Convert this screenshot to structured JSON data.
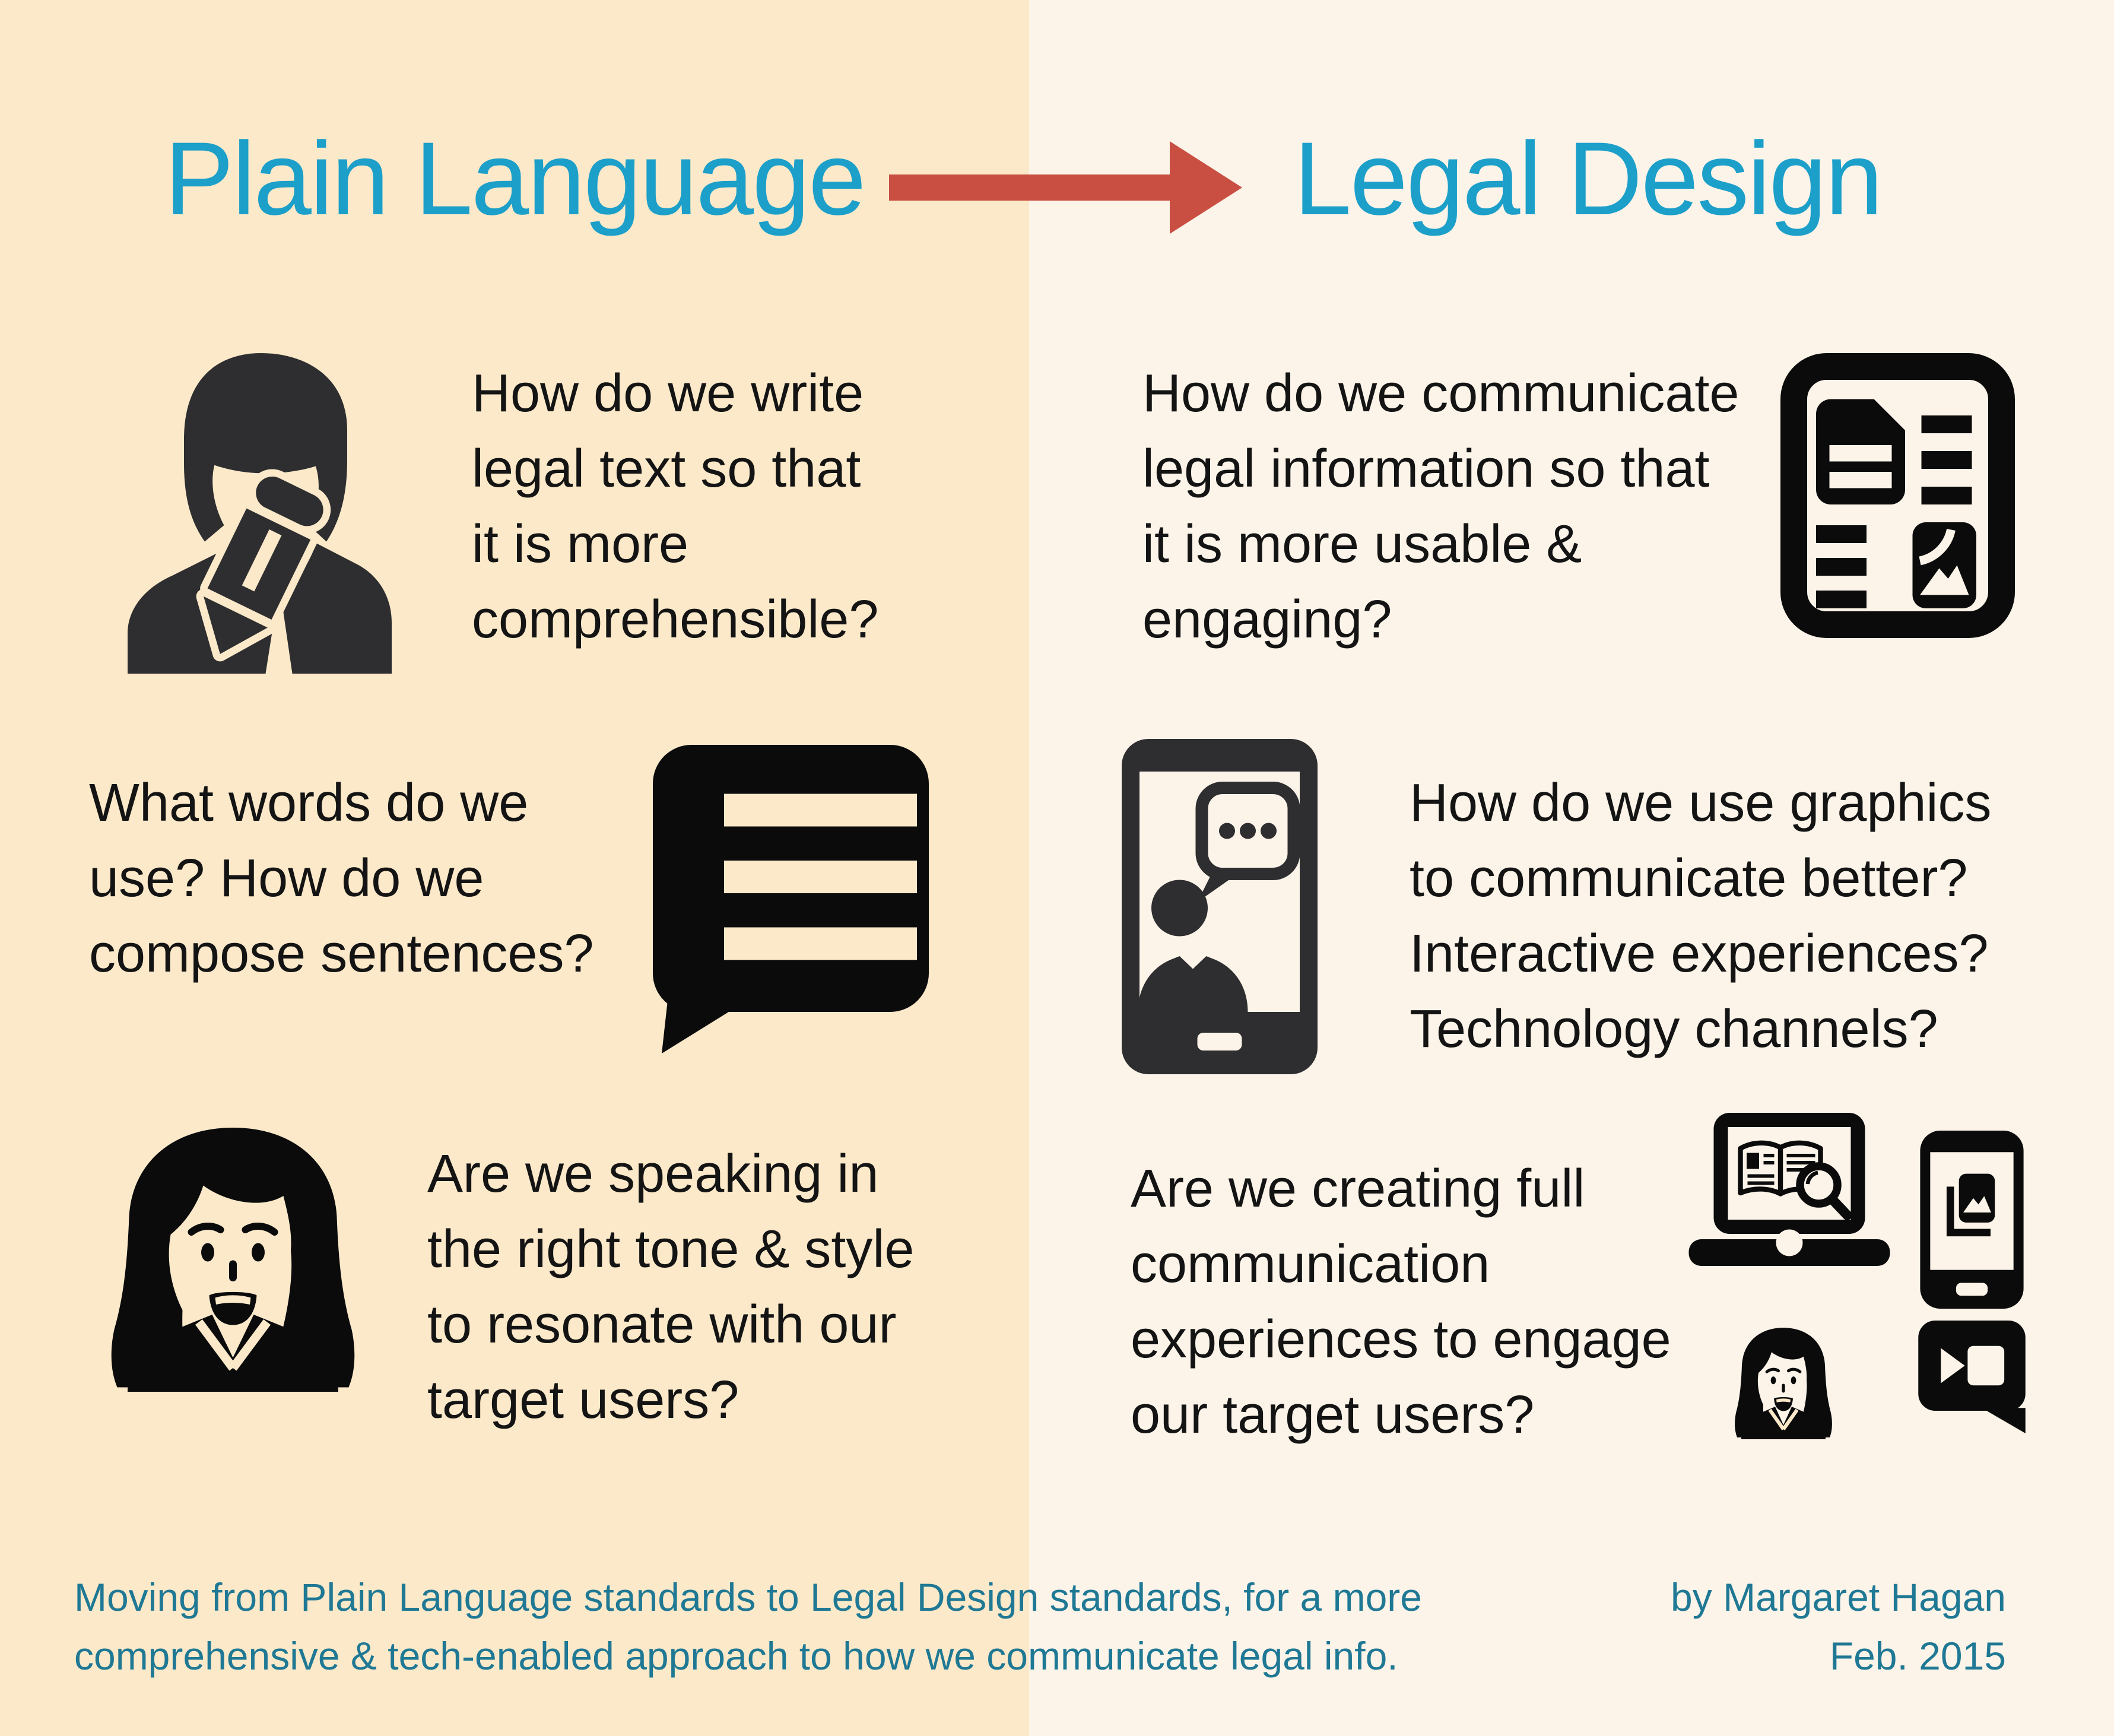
{
  "header": {
    "title_left": "Plain Language",
    "title_right": "Legal Design",
    "arrow_icon": "arrow-right-icon"
  },
  "blocks": {
    "l1": {
      "icon": "writer-icon",
      "lines": [
        "How do we write",
        "legal text so that",
        "it is more",
        "comprehensible?"
      ]
    },
    "r1": {
      "icon": "document-layout-icon",
      "lines": [
        "How do we communicate",
        "legal information so that",
        "it is more usable &",
        "engaging?"
      ]
    },
    "l2": {
      "icon": "speech-bubble-icon",
      "lines": [
        "What words do we",
        "use? How do we",
        "compose sentences?"
      ]
    },
    "r2": {
      "icon": "tablet-chat-icon",
      "lines": [
        "How do we use graphics",
        "to communicate better?",
        "Interactive experiences?",
        "Technology channels?"
      ]
    },
    "l3": {
      "icon": "woman-icon",
      "lines": [
        "Are we speaking in",
        "the right tone & style",
        "to resonate with our",
        "target users?"
      ]
    },
    "r3": {
      "icons": [
        "laptop-search-icon",
        "phone-photos-icon",
        "woman-avatar-icon",
        "video-chat-icon"
      ],
      "lines": [
        "Are we creating full",
        "communication",
        "experiences to engage",
        "our target users?"
      ]
    }
  },
  "footer": {
    "left_lines": [
      "Moving from Plain Language standards to Legal Design standards, for a more",
      "comprehensive & tech-enabled approach to how we communicate legal info."
    ],
    "by_line": "by Margaret Hagan",
    "date_line": "Feb. 2015"
  },
  "colors": {
    "left_bg": "#FBE9C9",
    "right_bg": "#FCF4E9",
    "title_blue": "#1C9FC9",
    "footer_teal": "#1F7894",
    "arrow_red": "#C94F43",
    "icon_charcoal": "#2E2E30",
    "icon_black": "#0B0B0C",
    "text_black": "#141414"
  }
}
